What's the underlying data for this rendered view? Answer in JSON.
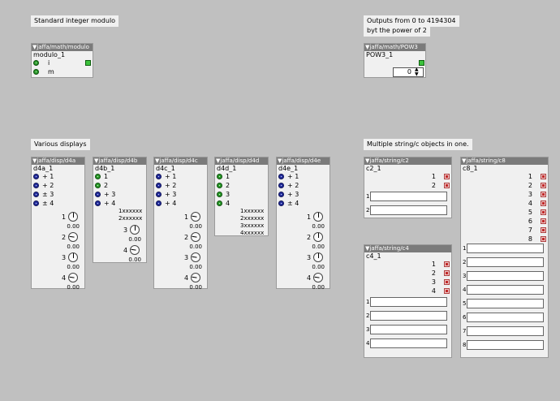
{
  "comments": {
    "standard_integer_modulo": "Standard integer modulo",
    "outputs_line1": "Outputs from 0 to  4194304",
    "outputs_line2": "byt the power of 2",
    "various_displays": "Various displays",
    "multiple_string": "Multiple string/c objects in one."
  },
  "modulo": {
    "header": "jaffa/math/modulo",
    "instance": "modulo_1",
    "inlets": [
      "i",
      "m"
    ]
  },
  "pow3": {
    "header": "jaffa/math/POW3",
    "instance": "POW3_1",
    "spin_value": "0"
  },
  "d4a": {
    "header": "jaffa/disp/d4a",
    "instance": "d4a_1",
    "inlets": [
      "+ 1",
      "+ 2",
      "± 3",
      "± 4"
    ],
    "dial_labels": [
      "1",
      "2",
      "3",
      "4"
    ],
    "dial_values": [
      "0.00",
      "0.00",
      "0.00",
      "0.00"
    ],
    "dial_levels": [
      0.5,
      0.2,
      0.5,
      0.2
    ]
  },
  "d4b": {
    "header": "jaffa/disp/d4b",
    "instance": "d4b_1",
    "inlets": [
      "1",
      "2",
      "+ 3",
      "+ 4"
    ],
    "texts": [
      "1xxxxxx",
      "2xxxxxx"
    ],
    "dial_labels": [
      "3",
      "4"
    ],
    "dial_values": [
      "0.00",
      "0.00"
    ],
    "dial_levels": [
      0.5,
      0.2
    ]
  },
  "d4c": {
    "header": "jaffa/disp/d4c",
    "instance": "d4c_1",
    "inlets": [
      "+ 1",
      "+ 2",
      "+ 3",
      "+ 4"
    ],
    "dial_labels": [
      "1",
      "2",
      "3",
      "4"
    ],
    "dial_values": [
      "0.00",
      "0.00",
      "0.00",
      "0.00"
    ],
    "dial_levels": [
      0.2,
      0.2,
      0.2,
      0.2
    ]
  },
  "d4d": {
    "header": "jaffa/disp/d4d",
    "instance": "d4d_1",
    "inlets": [
      "1",
      "2",
      "3",
      "4"
    ],
    "texts": [
      "1xxxxxx",
      "2xxxxxx",
      "3xxxxxx",
      "4xxxxxx"
    ]
  },
  "d4e": {
    "header": "jaffa/disp/d4e",
    "instance": "d4e_1",
    "inlets": [
      "+ 1",
      "+ 2",
      "+ 3",
      "± 4"
    ],
    "dial_labels": [
      "1",
      "2",
      "3",
      "4"
    ],
    "dial_values": [
      "0.00",
      "0.00",
      "0.00",
      "0.00"
    ],
    "dial_levels": [
      0.5,
      0.5,
      0.5,
      0.2
    ]
  },
  "c2": {
    "header": "jaffa/string/c2",
    "instance": "c2_1",
    "outlets": [
      "1",
      "2"
    ],
    "fields": [
      "1",
      "2"
    ]
  },
  "c4": {
    "header": "jaffa/string/c4",
    "instance": "c4_1",
    "outlets": [
      "1",
      "2",
      "3",
      "4"
    ],
    "fields": [
      "1",
      "2",
      "3",
      "4"
    ]
  },
  "c8": {
    "header": "jaffa/string/c8",
    "instance": "c8_1",
    "outlets": [
      "1",
      "2",
      "3",
      "4",
      "5",
      "6",
      "7",
      "8"
    ],
    "fields": [
      "1",
      "2",
      "3",
      "4",
      "5",
      "6",
      "7",
      "8"
    ]
  },
  "colors": {
    "canvas": "#c0c0c0",
    "object_body": "#f0f0f0",
    "header_bar": "#7b7b7b",
    "inlet_green": "#2c9b2c",
    "inlet_blue": "#26309e",
    "outlet_red": "#c02828"
  },
  "icons": {
    "collapse": "triangle-down-icon",
    "inlet": "inlet-circle-icon",
    "outlet": "outlet-square-icon",
    "dial": "dial-icon",
    "spinner": "spinner-arrows-icon"
  }
}
